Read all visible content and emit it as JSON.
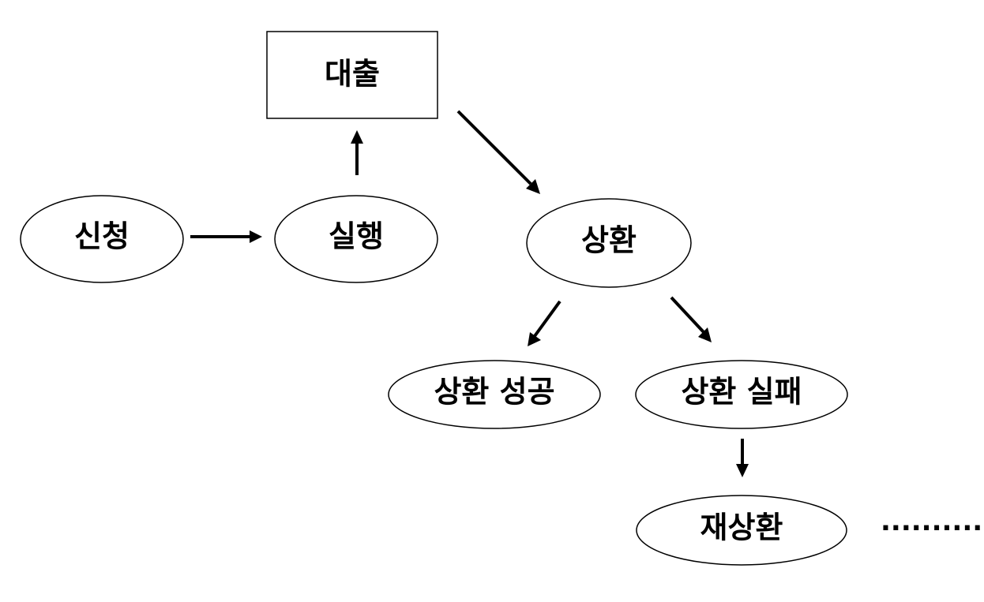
{
  "nodes": {
    "loan": "대출",
    "apply": "신청",
    "execute": "실행",
    "repay": "상환",
    "repay_success": "상환 성공",
    "repay_fail": "상환 실패",
    "re_repay": "재상환"
  },
  "continuation": ".........."
}
